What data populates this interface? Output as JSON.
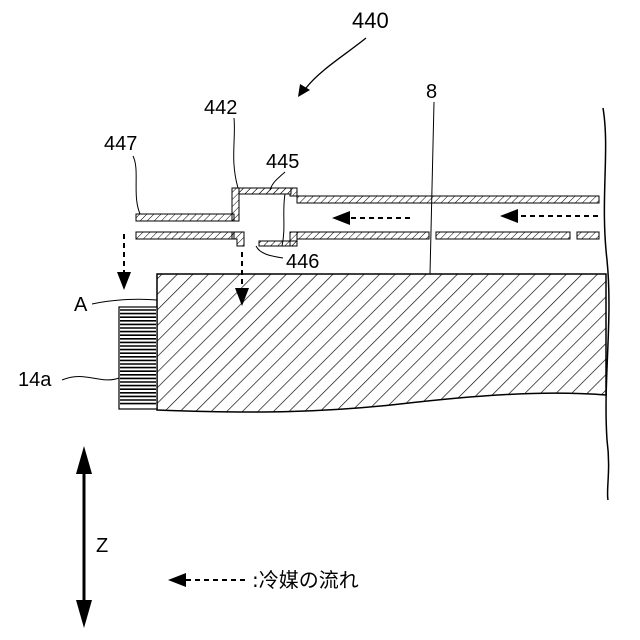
{
  "labels": {
    "assembly": "440",
    "part_442": "442",
    "part_445": "445",
    "part_446": "446",
    "part_447": "447",
    "part_8": "8",
    "point_A": "A",
    "part_14a": "14a",
    "axis_z": "Z"
  },
  "legend": {
    "text": ":冷媒の流れ"
  }
}
